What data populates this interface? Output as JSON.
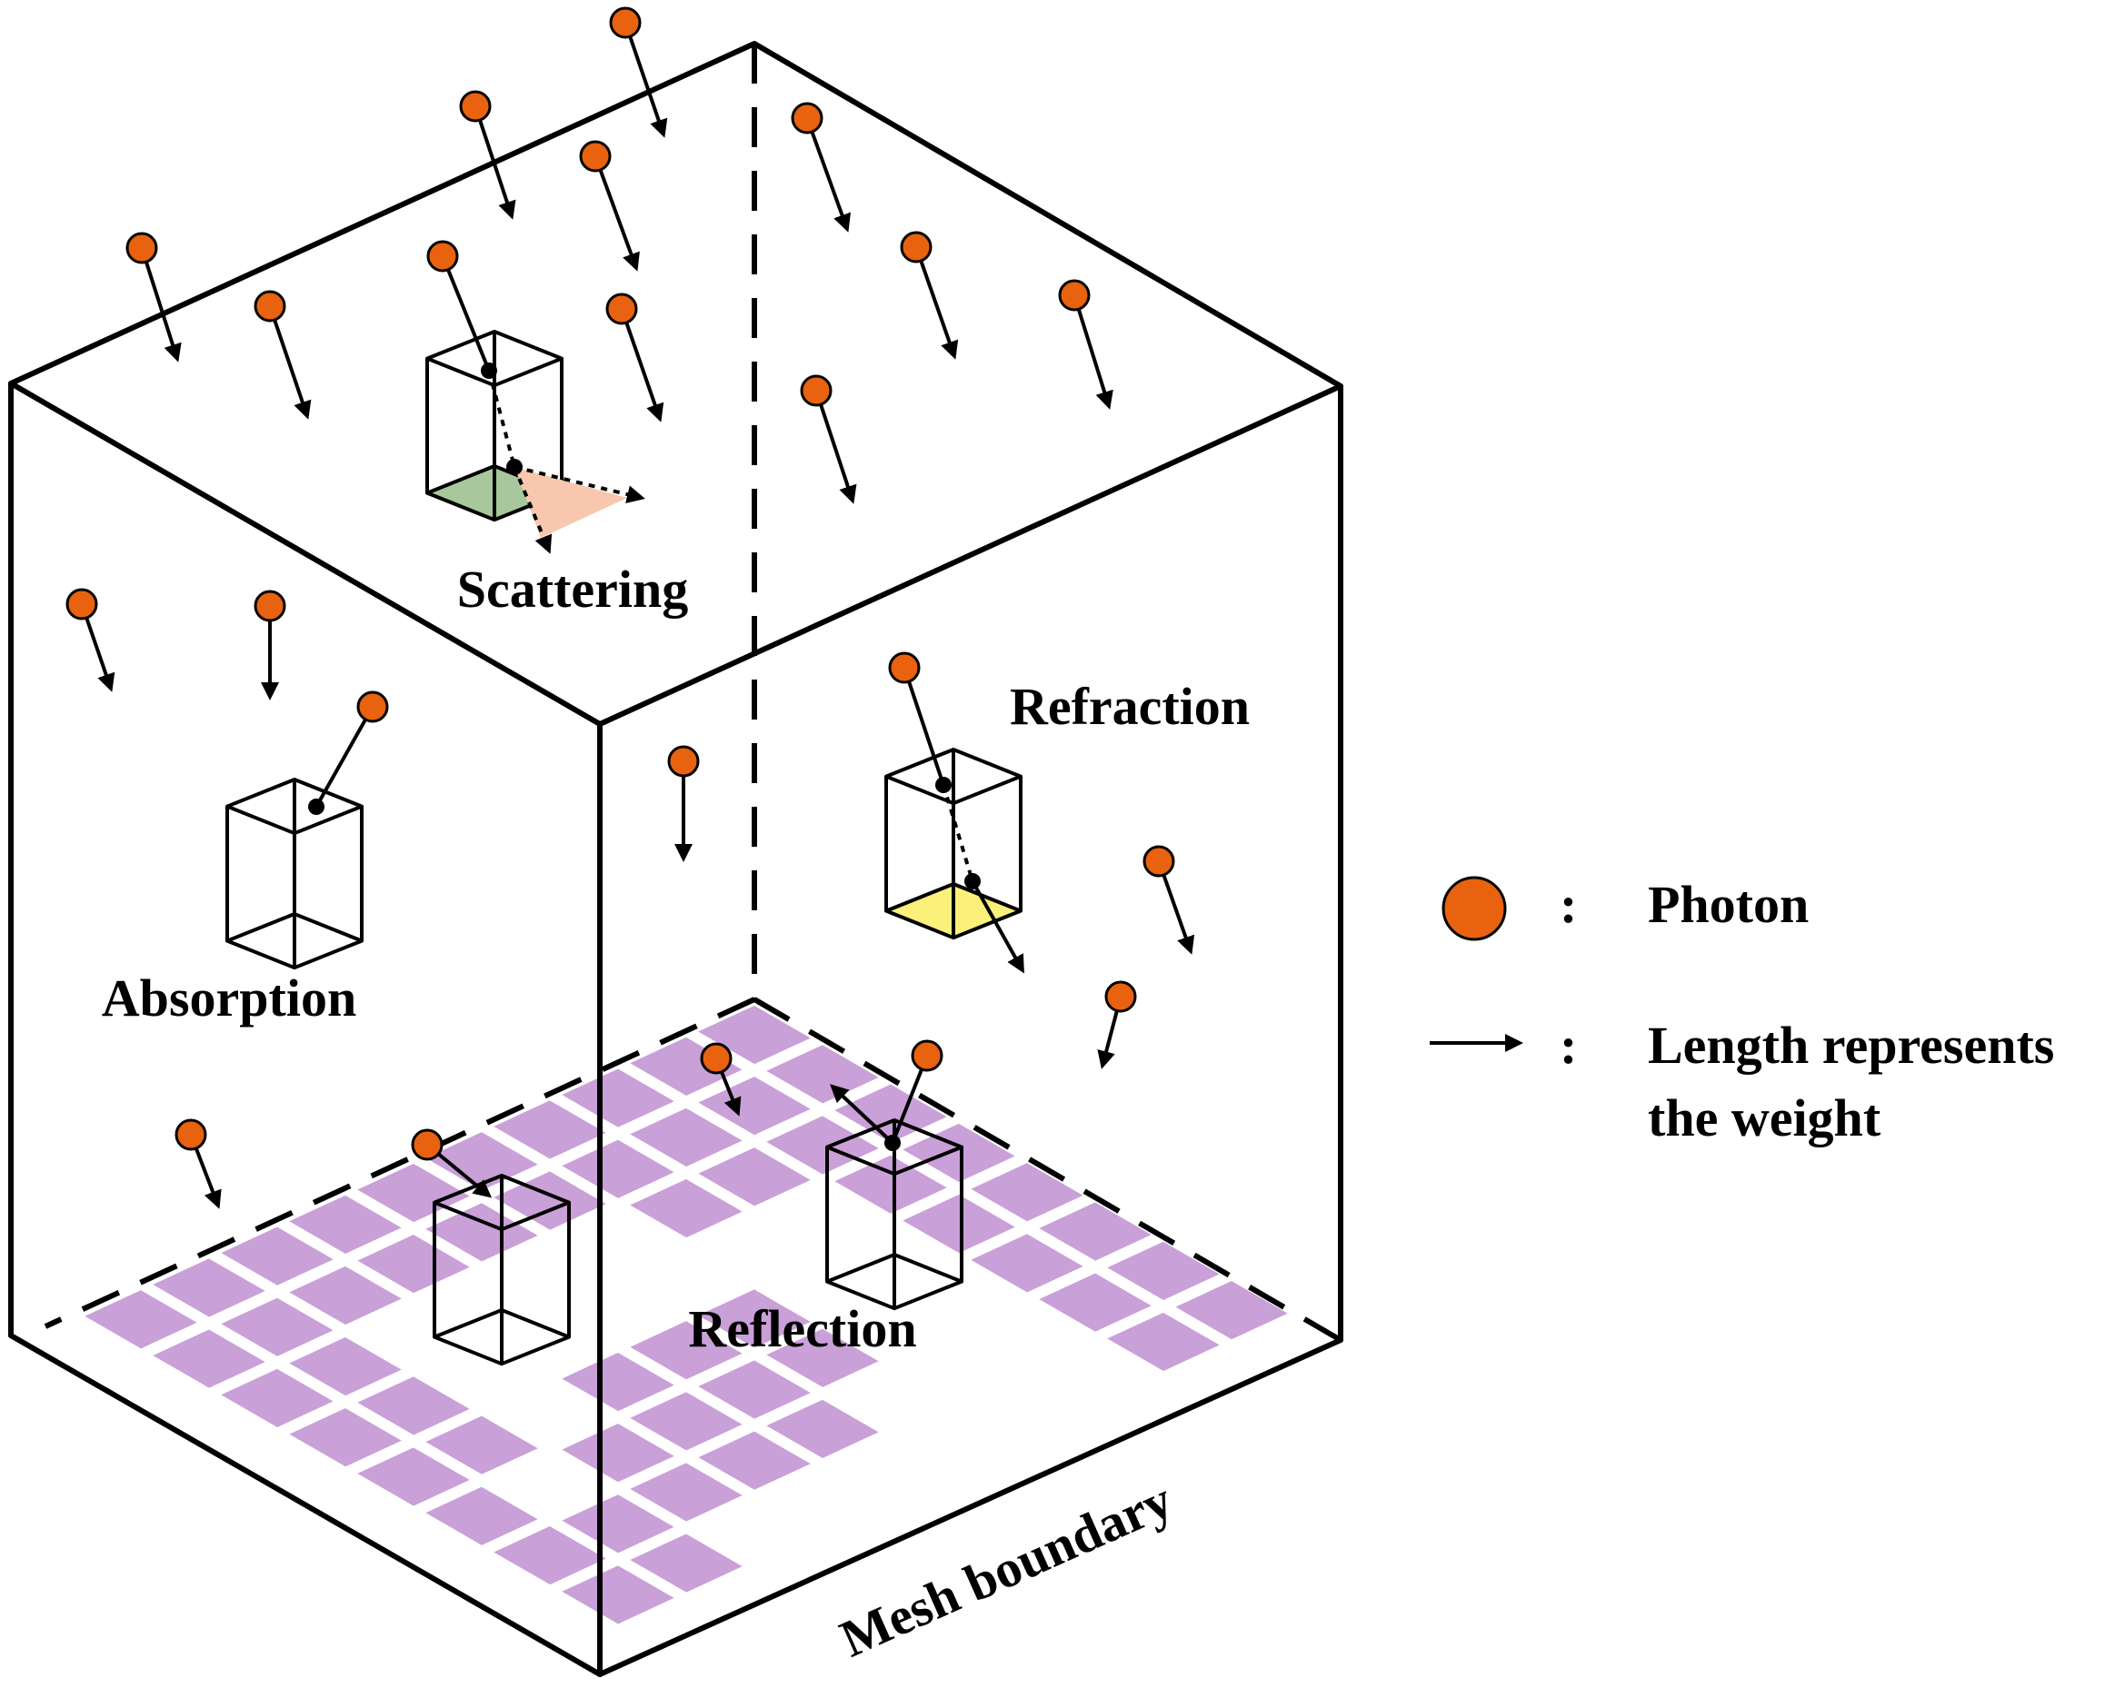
{
  "labels": {
    "scattering": "Scattering",
    "refraction": "Refraction",
    "absorption": "Absorption",
    "reflection": "Reflection",
    "mesh_boundary": "Mesh boundary"
  },
  "legend": {
    "colon": ":",
    "photon": "Photon",
    "arrow_line1": "Length represents",
    "arrow_line2": "the weight"
  },
  "colors": {
    "photon": "#e8620f",
    "mesh_cell": "#c9a0d8",
    "scatter_top": "#9cb2d4",
    "scatter_bottom": "#a8c79c",
    "scatter_cone": "#f9c7ad",
    "absorption_top": "#8a8a8a",
    "refraction_top": "#8fafc0",
    "refraction_bottom": "#faf07a",
    "reflection_top": "#f4a180",
    "boundary_cube_top": "#8fafc0"
  }
}
